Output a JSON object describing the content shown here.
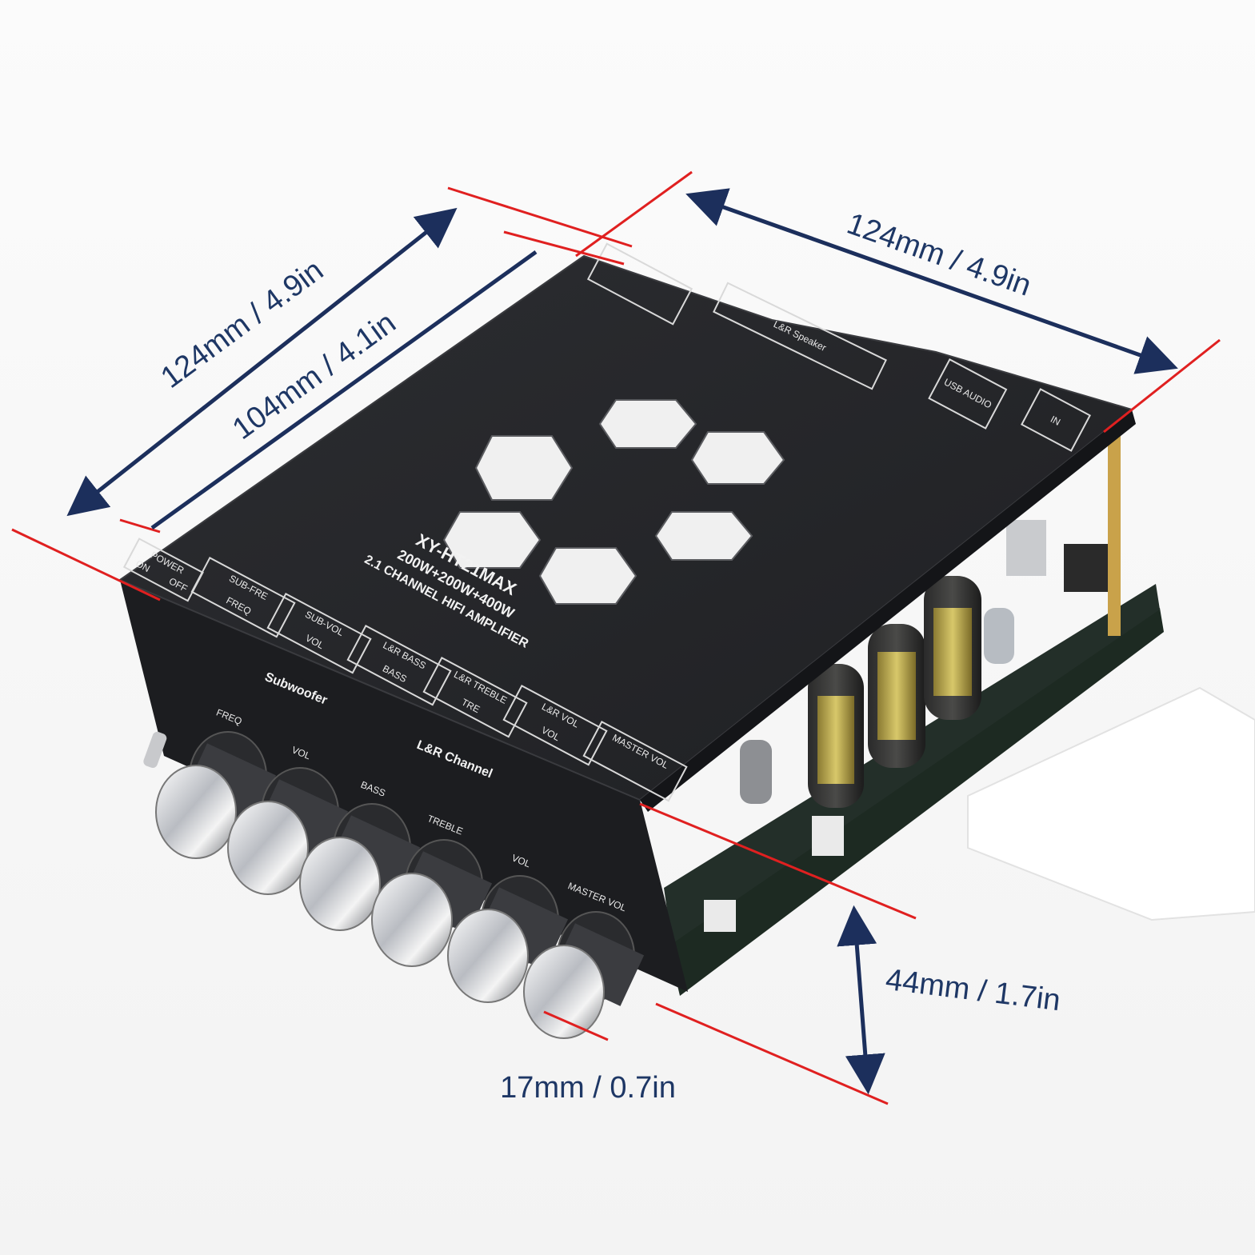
{
  "dimensions": {
    "depth_outer": "124mm / 4.9in",
    "depth_inner": "104mm / 4.1in",
    "width": "124mm / 4.9in",
    "height": "44mm / 1.7in",
    "knob": "17mm / 0.7in"
  },
  "board": {
    "model": "XY-HT21MAX",
    "power_rating": "200W+200W+400W",
    "description": "2.1 CHANNEL HIFI AMPLIFIER",
    "power_label": "POWER",
    "on_label": "ON",
    "off_label": "OFF",
    "usb_label": "USB AUDIO",
    "speaker_label": "L&R Speaker",
    "in_label": "IN",
    "panel_labels": [
      {
        "title": "SUB-FRE",
        "sub": "FREQ"
      },
      {
        "title": "SUB-VOL",
        "sub": "VOL"
      },
      {
        "title": "L&R BASS",
        "sub": "BASS"
      },
      {
        "title": "L&R TREBLE",
        "sub": "TRE"
      },
      {
        "title": "L&R VOL",
        "sub": "VOL"
      },
      {
        "title": "MASTER VOL",
        "sub": ""
      }
    ],
    "front": {
      "subwoofer_group": "Subwoofer",
      "lr_group": "L&R Channel",
      "knob_labels": [
        "FREQ",
        "VOL",
        "BASS",
        "TREBLE",
        "VOL",
        "MASTER VOL"
      ]
    }
  },
  "colors": {
    "dimension_text": "#1e3765",
    "arrow": "#1c2f5c",
    "guide_line": "#e02020",
    "board": "#27282b"
  }
}
